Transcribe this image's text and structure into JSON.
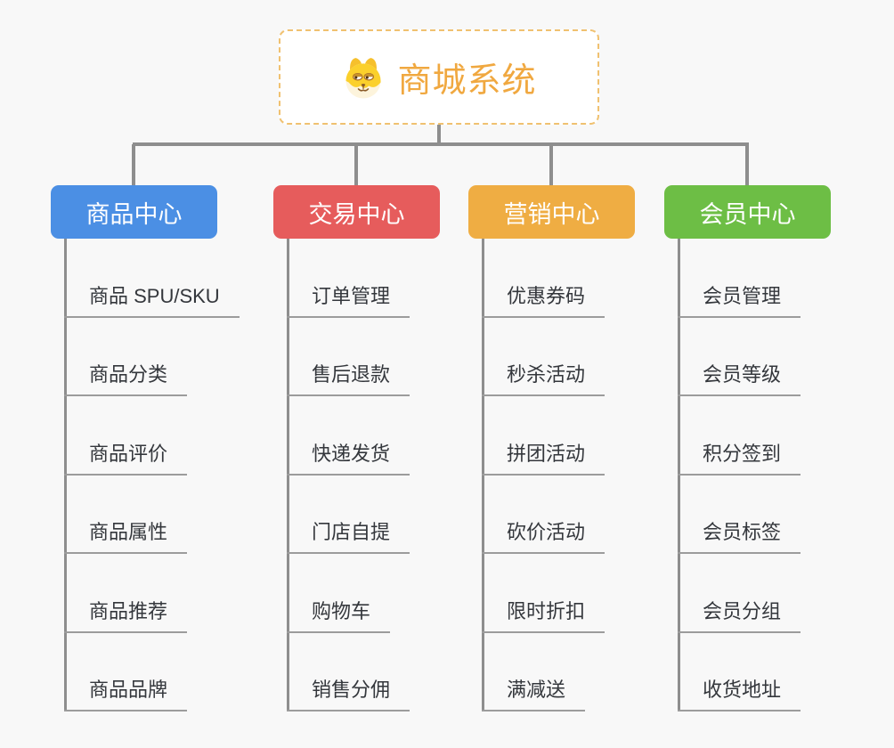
{
  "canvas": {
    "background": "#f8f8f8",
    "connector_color": "#8e8e8e",
    "underline_color": "#9c9c9c",
    "item_text_color": "#34373c"
  },
  "root": {
    "title": "商城系统",
    "icon": "dog-face",
    "title_color": "#f0a840",
    "border_color": "#f0c170",
    "background": "#ffffff"
  },
  "branches": [
    {
      "label": "商品中心",
      "color": "#4b8fe4",
      "items": [
        "商品 SPU/SKU",
        "商品分类",
        "商品评价",
        "商品属性",
        "商品推荐",
        "商品品牌"
      ]
    },
    {
      "label": "交易中心",
      "color": "#e65c5c",
      "items": [
        "订单管理",
        "售后退款",
        "快递发货",
        "门店自提",
        "购物车",
        "销售分佣"
      ]
    },
    {
      "label": "营销中心",
      "color": "#efad43",
      "items": [
        "优惠券码",
        "秒杀活动",
        "拼团活动",
        "砍价活动",
        "限时折扣",
        "满减送"
      ]
    },
    {
      "label": "会员中心",
      "color": "#6dbe45",
      "items": [
        "会员管理",
        "会员等级",
        "积分签到",
        "会员标签",
        "会员分组",
        "收货地址"
      ]
    }
  ]
}
